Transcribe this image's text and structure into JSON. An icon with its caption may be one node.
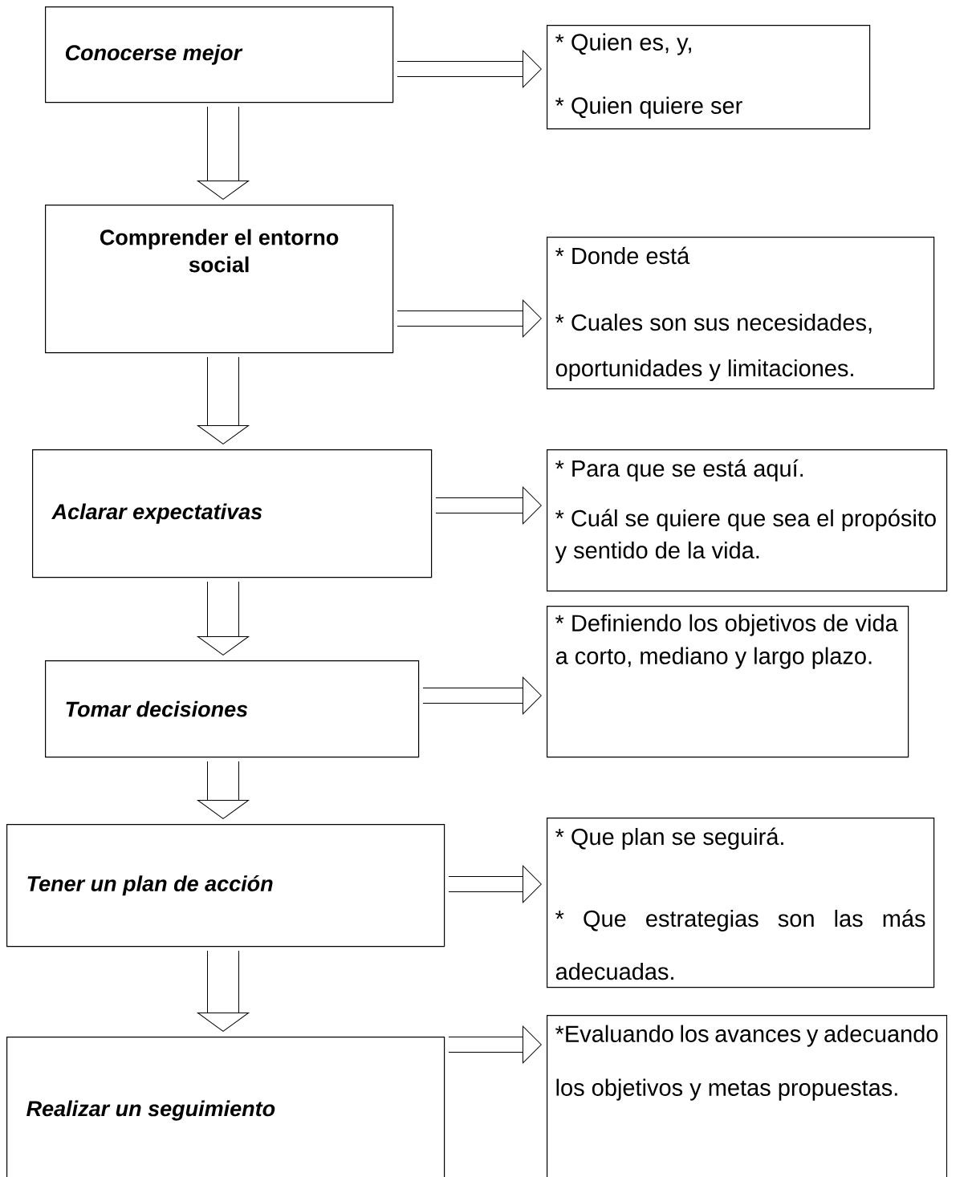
{
  "diagram": {
    "nodes": [
      {
        "text": [
          "Conocerse mejor"
        ]
      },
      {
        "text": [
          "* Quien es, y,",
          "* Quien quiere ser"
        ]
      },
      {
        "text": [
          "Comprender el entorno social"
        ]
      },
      {
        "text": [
          "* Donde está",
          "* Cuales son sus necesidades, oportunidades y limitaciones."
        ]
      },
      {
        "text": [
          "Aclarar expectativas"
        ]
      },
      {
        "text": [
          "* Para que se está aquí.",
          "* Cuál se quiere que sea el propósito y sentido de la vida."
        ]
      },
      {
        "text": [
          "Tomar decisiones"
        ]
      },
      {
        "text": [
          "* Definiendo los objetivos de vida a corto, mediano y largo plazo."
        ]
      },
      {
        "text": [
          "Tener un plan de acción"
        ]
      },
      {
        "text": [
          "* Que plan se seguirá.",
          "* Que estrategias son las más adecuadas."
        ]
      },
      {
        "text": [
          "Realizar un seguimiento"
        ]
      },
      {
        "text": [
          "*Evaluando los avances y adecuando los objetivos y metas propuestas."
        ]
      }
    ],
    "edges": [
      {
        "from": 0,
        "to": 1,
        "arrow": "to"
      },
      {
        "from": 0,
        "to": 2,
        "arrow": "to",
        "style": "thick"
      },
      {
        "from": 2,
        "to": 3,
        "arrow": "to"
      },
      {
        "from": 2,
        "to": 4,
        "arrow": "to",
        "style": "thick"
      },
      {
        "from": 4,
        "to": 5,
        "arrow": "to"
      },
      {
        "from": 4,
        "to": 6,
        "arrow": "to",
        "style": "thick"
      },
      {
        "from": 6,
        "to": 7,
        "arrow": "to"
      },
      {
        "from": 6,
        "to": 8,
        "arrow": "to",
        "style": "thick"
      },
      {
        "from": 8,
        "to": 9,
        "arrow": "to"
      },
      {
        "from": 8,
        "to": 10,
        "arrow": "to",
        "style": "thick"
      },
      {
        "from": 10,
        "to": 11,
        "arrow": "to"
      }
    ]
  }
}
